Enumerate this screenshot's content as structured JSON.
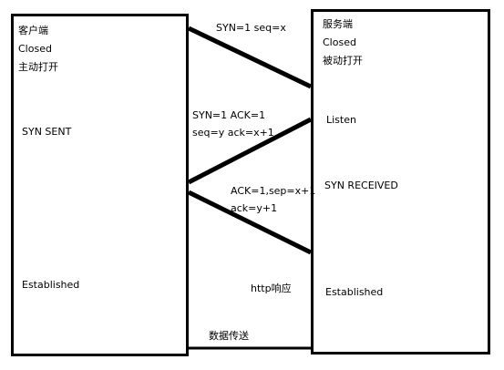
{
  "client": {
    "title": "客户端",
    "state_initial": "Closed",
    "role": "主动打开",
    "state_syn_sent": "SYN SENT",
    "state_established": "Established"
  },
  "server": {
    "title": "服务端",
    "state_initial": "Closed",
    "role": "被动打开",
    "state_listen": "Listen",
    "state_syn_received": "SYN RECEIVED",
    "state_established": "Established"
  },
  "messages": {
    "syn": "SYN=1 seq=x",
    "synack_line1": "SYN=1 ACK=1",
    "synack_line2": "seq=y ack=x+1",
    "ack_line1": "ACK=1,sep=x+1",
    "ack_line2": "ack=y+1",
    "http_response": "http响应",
    "data_transfer": "数据传送"
  },
  "colors": {
    "line": "#000000",
    "background": "#ffffff"
  }
}
